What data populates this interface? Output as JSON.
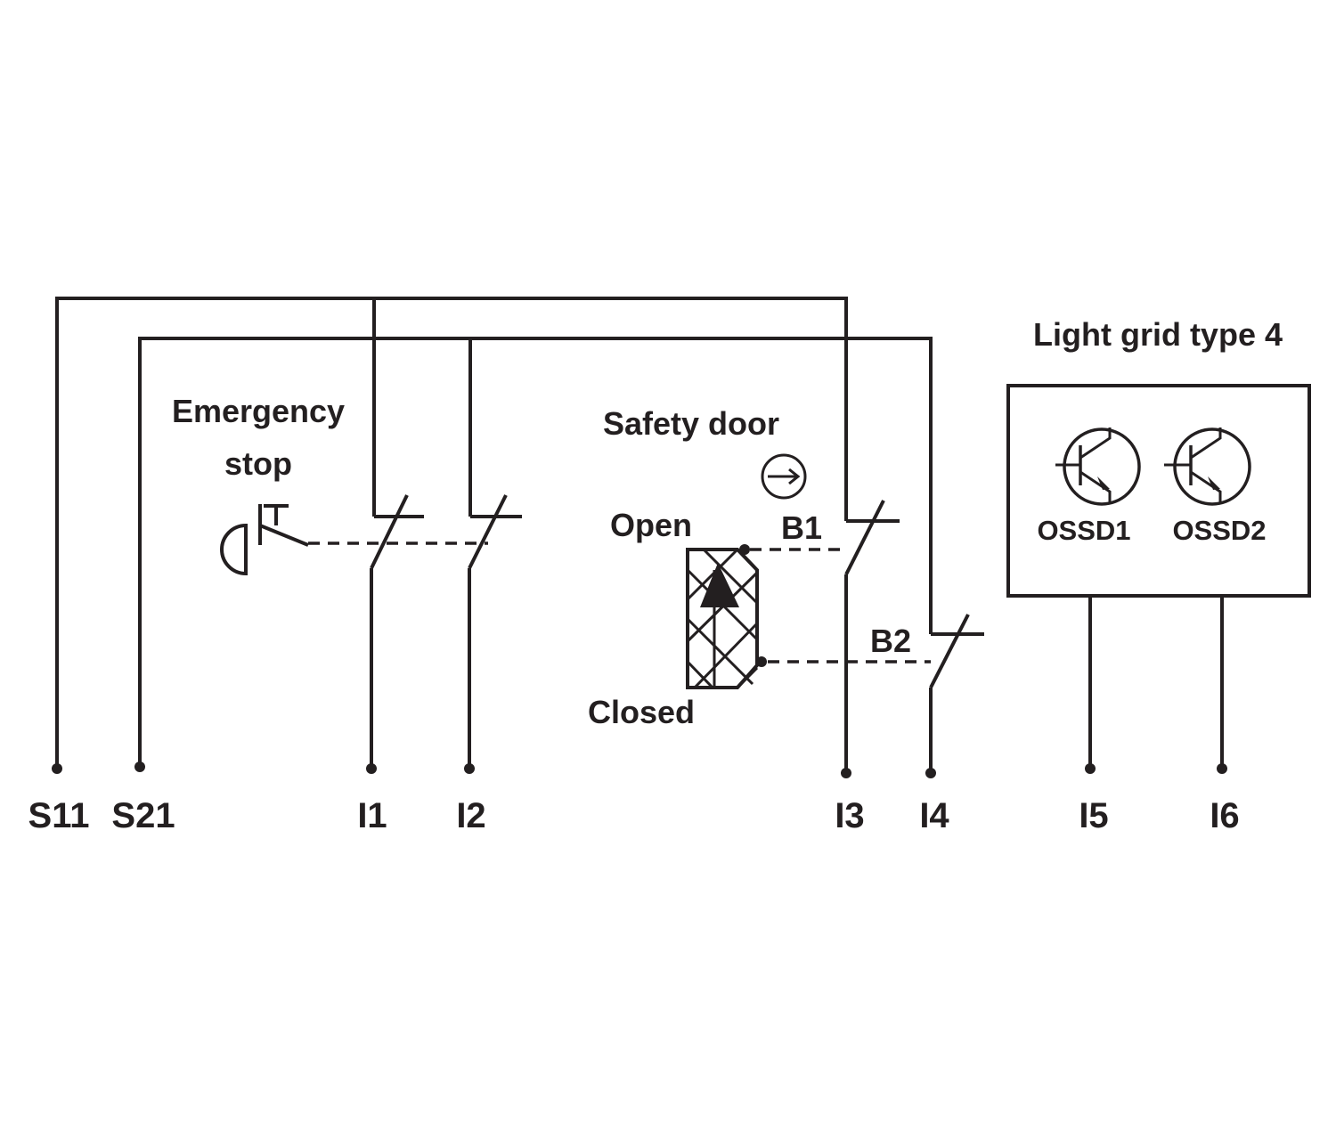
{
  "device_labels": {
    "emergency_stop_line1": "Emergency",
    "emergency_stop_line2": "stop",
    "safety_door": "Safety door",
    "door_open": "Open",
    "door_closed": "Closed",
    "b1": "B1",
    "b2": "B2",
    "light_grid_title": "Light grid type 4",
    "ossd1": "OSSD1",
    "ossd2": "OSSD2"
  },
  "terminals": [
    "S11",
    "S21",
    "I1",
    "I2",
    "I3",
    "I4",
    "I5",
    "I6"
  ],
  "colors": {
    "line": "#231f20",
    "background": "#ffffff"
  },
  "icons": [
    "emergency-stop-mushroom-icon",
    "safety-door-actuator-icon",
    "direction-arrow-circle-icon",
    "npn-transistor-icon"
  ]
}
